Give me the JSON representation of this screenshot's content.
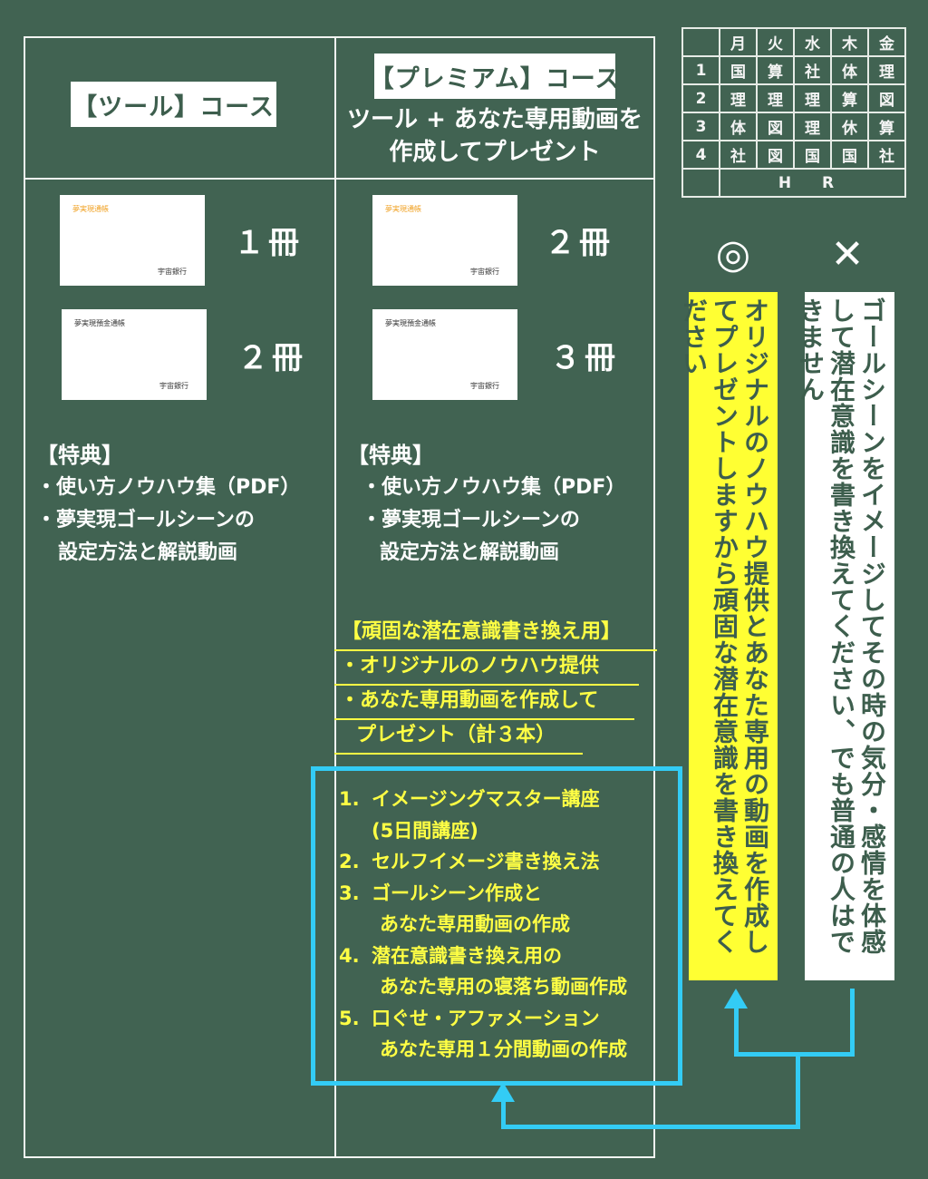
{
  "courses": {
    "tool": {
      "title": "【ツール】コース",
      "passbooks": [
        {
          "title": "夢実現通帳",
          "title_color": "#f0a020",
          "bank": "宇宙銀行",
          "count": "１冊"
        },
        {
          "title": "夢実現預金通帳",
          "title_color": "#333333",
          "bank": "宇宙銀行",
          "count": "２冊"
        }
      ],
      "benefits": {
        "heading": "【特典】",
        "items": [
          "・使い方ノウハウ集（PDF）",
          "・夢実現ゴールシーンの",
          "設定方法と解説動画"
        ]
      }
    },
    "premium": {
      "title": "【プレミアム】コース",
      "subtitle_line1": "ツール + あなた専用動画を",
      "subtitle_line2": "作成してプレゼント",
      "passbooks": [
        {
          "title": "夢実現通帳",
          "title_color": "#f0a020",
          "bank": "宇宙銀行",
          "count": "２冊"
        },
        {
          "title": "夢実現預金通帳",
          "title_color": "#333333",
          "bank": "宇宙銀行",
          "count": "３冊"
        }
      ],
      "benefits": {
        "heading": "【特典】",
        "items": [
          "・使い方ノウハウ集（PDF）",
          "・夢実現ゴールシーンの",
          "設定方法と解説動画"
        ]
      },
      "extra": {
        "heading": "【頑固な潜在意識書き換え用】",
        "items": [
          "・オリジナルのノウハウ提供",
          "・あなた専用動画を作成して",
          "プレゼント（計３本）"
        ]
      },
      "programs": [
        {
          "num": "1.",
          "line1": "イメージングマスター講座",
          "line2": "(5日間講座)"
        },
        {
          "num": "2.",
          "line1": "セルフイメージ書き換え法",
          "line2": ""
        },
        {
          "num": "3.",
          "line1": "ゴールシーン作成と",
          "line2": "あなた専用動画の作成"
        },
        {
          "num": "4.",
          "line1": "潜在意識書き換え用の",
          "line2": "あなた専用の寝落ち動画作成"
        },
        {
          "num": "5.",
          "line1": "口ぐせ・アファメーション",
          "line2": "あなた専用１分間動画の作成"
        }
      ]
    }
  },
  "timetable": {
    "days": [
      "月",
      "火",
      "水",
      "木",
      "金"
    ],
    "rows": [
      {
        "period": "1",
        "subjects": [
          "国",
          "算",
          "社",
          "体",
          "理"
        ]
      },
      {
        "period": "2",
        "subjects": [
          "理",
          "理",
          "理",
          "算",
          "図"
        ]
      },
      {
        "period": "3",
        "subjects": [
          "体",
          "図",
          "理",
          "休",
          "算"
        ]
      },
      {
        "period": "4",
        "subjects": [
          "社",
          "図",
          "国",
          "国",
          "社"
        ]
      }
    ],
    "hr": "H R"
  },
  "comparison": {
    "good": {
      "symbol": "◎",
      "text": "オリジナルのノウハウ提供とあなた専用の動画を作成してプレゼントしますから頑固な潜在意識を書き換えてください",
      "bg": "#ffff33"
    },
    "bad": {
      "symbol": "✕",
      "text": "ゴールシーンをイメージしてその時の気分・感情を体感して潜在意識を書き換えてください、でも普通の人はできません",
      "bg": "#ffffff"
    }
  },
  "colors": {
    "board": "#416352",
    "accent_blue": "#33ccf5",
    "highlight_yellow": "#ffff44"
  }
}
